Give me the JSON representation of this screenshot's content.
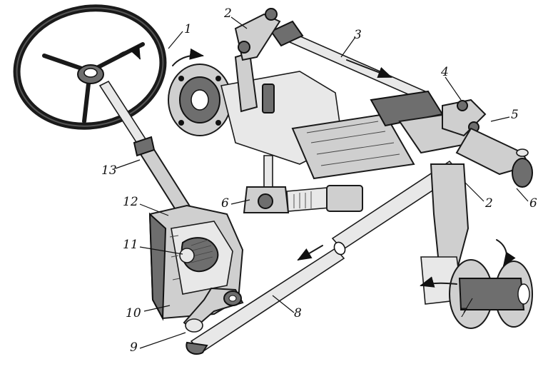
{
  "callouts": [
    {
      "id": "c1",
      "text": "1"
    },
    {
      "id": "c2a",
      "text": "2"
    },
    {
      "id": "c2b",
      "text": "2"
    },
    {
      "id": "c3",
      "text": "3"
    },
    {
      "id": "c4",
      "text": "4"
    },
    {
      "id": "c5",
      "text": "5"
    },
    {
      "id": "c6a",
      "text": "6"
    },
    {
      "id": "c6b",
      "text": "6"
    },
    {
      "id": "c7",
      "text": "7"
    },
    {
      "id": "c8",
      "text": "8"
    },
    {
      "id": "c9",
      "text": "9"
    },
    {
      "id": "c10",
      "text": "10"
    },
    {
      "id": "c11",
      "text": "11"
    },
    {
      "id": "c12",
      "text": "12"
    },
    {
      "id": "c13",
      "text": "13"
    }
  ]
}
